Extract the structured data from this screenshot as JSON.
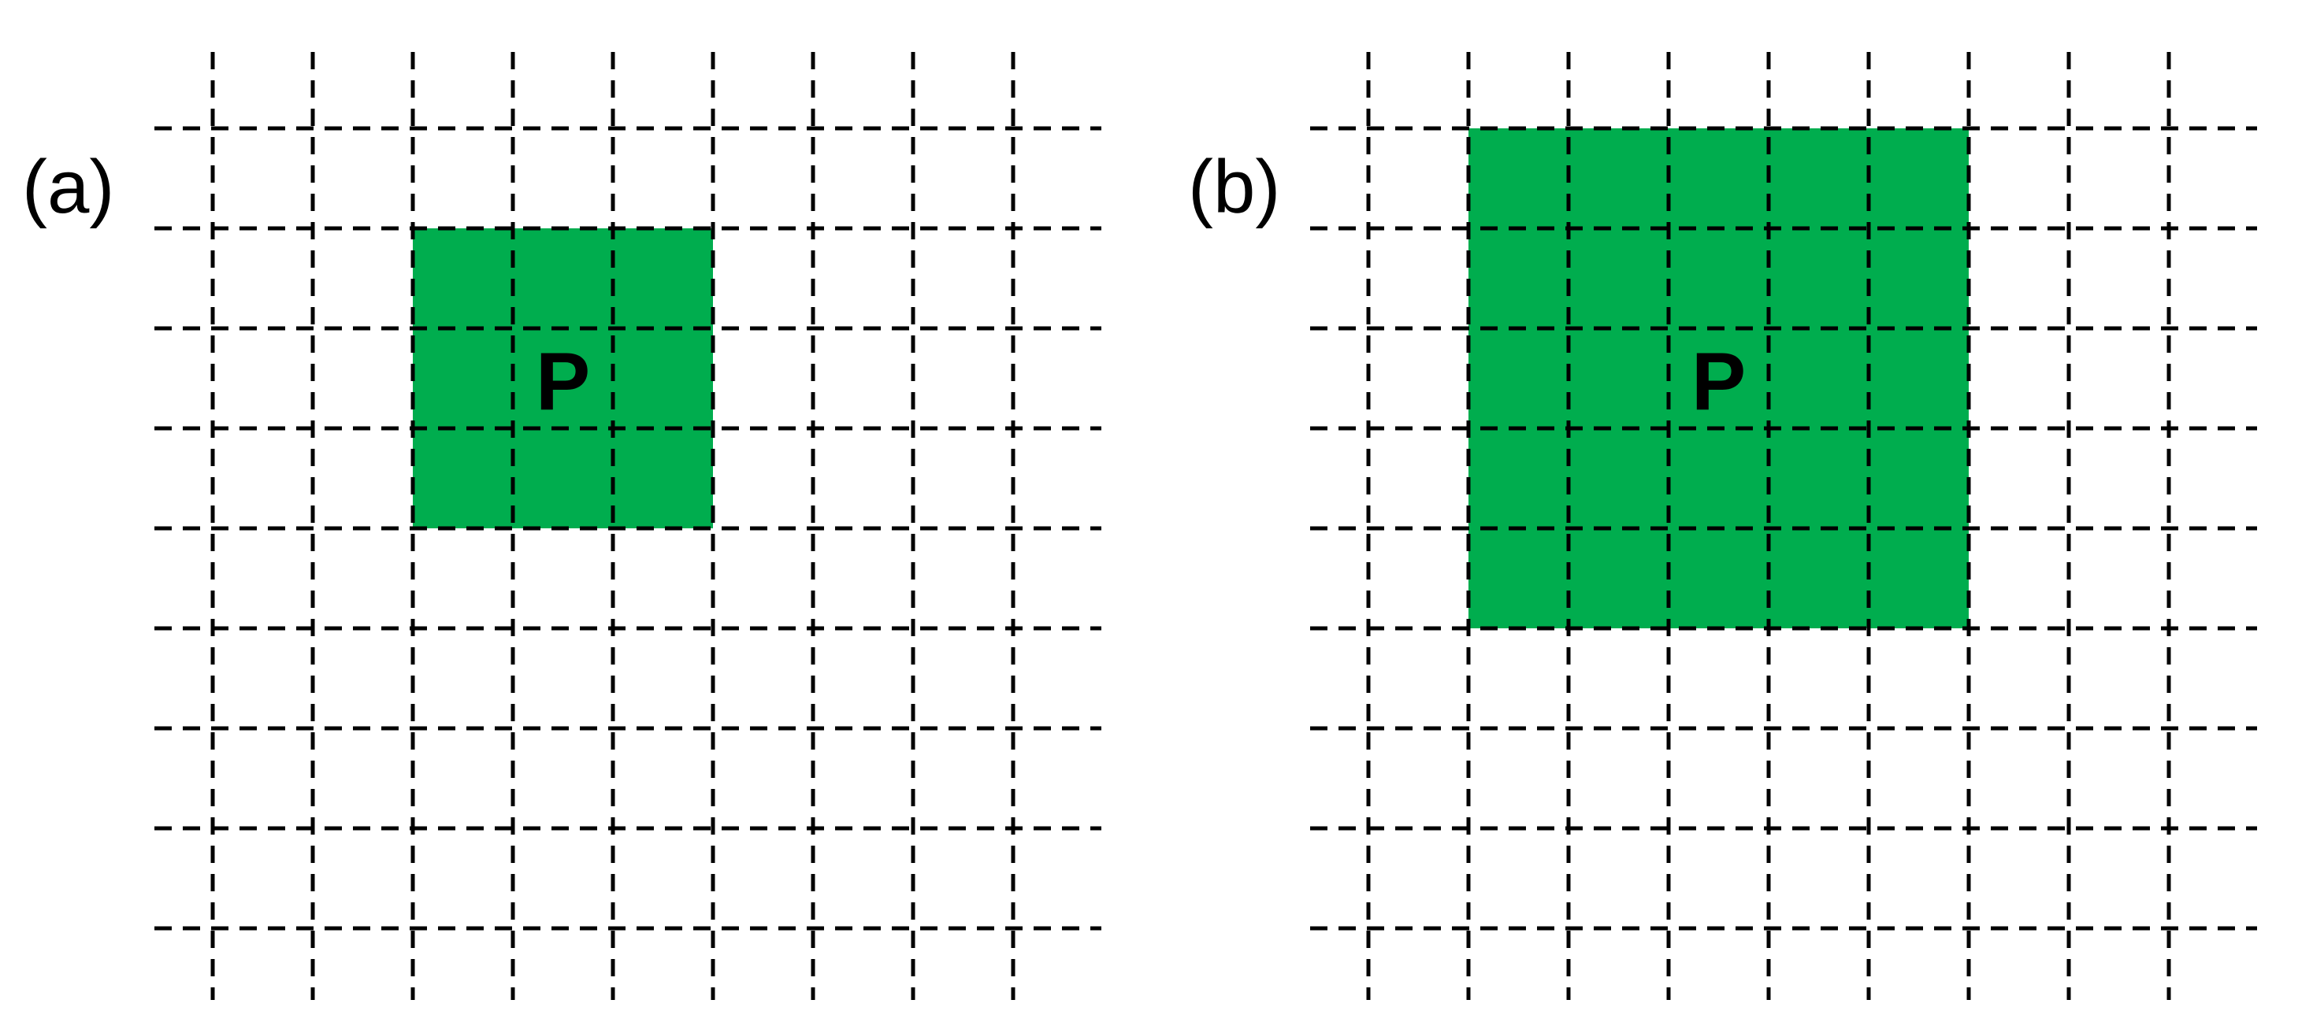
{
  "panels": [
    {
      "id": "a",
      "label": "(a)",
      "center_label": "P",
      "grid_columns": 9,
      "grid_rows": 9,
      "highlight": {
        "col_start": 2,
        "row_start": 1,
        "width_cells": 3,
        "height_cells": 3
      },
      "highlight_color": "#00AD4E"
    },
    {
      "id": "b",
      "label": "(b)",
      "center_label": "P",
      "grid_columns": 9,
      "grid_rows": 9,
      "highlight": {
        "col_start": 1,
        "row_start": 0,
        "width_cells": 5,
        "height_cells": 5
      },
      "highlight_color": "#00AD4E"
    }
  ],
  "colors": {
    "grid": "#000000",
    "background": "#FFFFFF"
  }
}
